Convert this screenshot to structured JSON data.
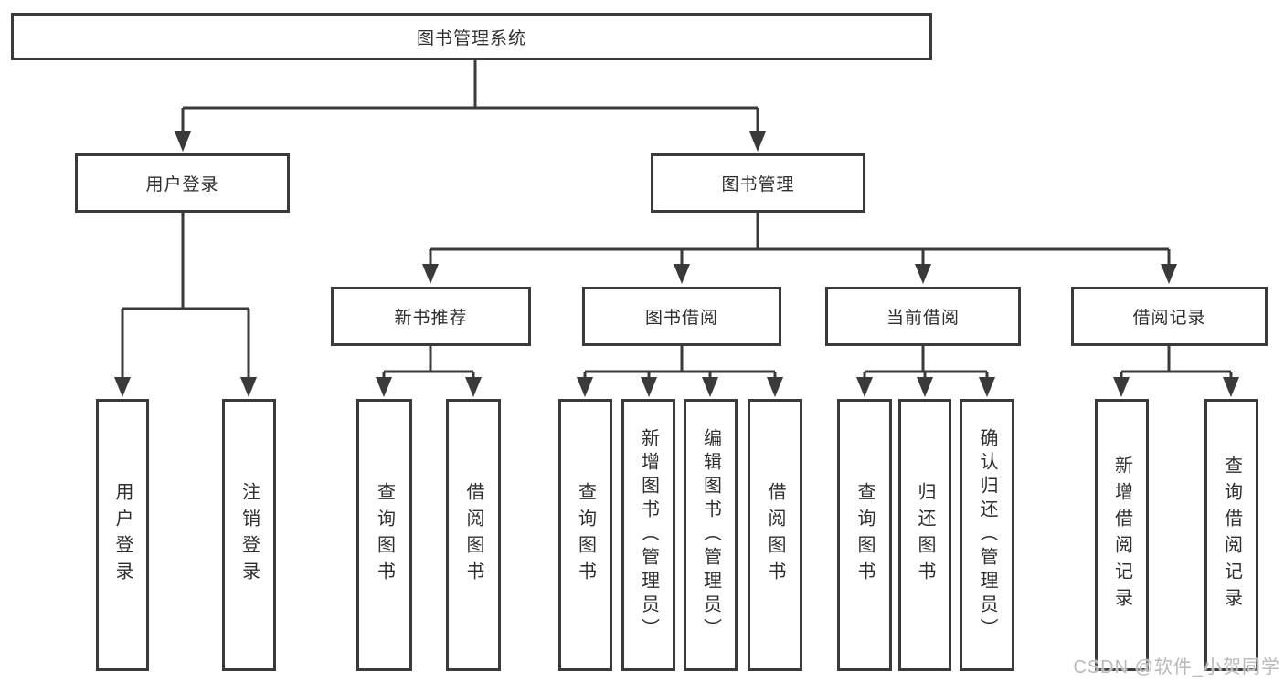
{
  "diagram": {
    "type": "hierarchy-tree",
    "title": "图书管理系统",
    "watermark": "CSDN @软件_小贺同学",
    "colors": {
      "line": "#3a3a3a",
      "box_border": "#3a3a3a",
      "text": "#2e2e2e",
      "watermark": "#b9b9b9",
      "background": "#ffffff"
    },
    "nodes": {
      "root": {
        "label": "图书管理系统",
        "children": [
          "user_login",
          "book_mgmt"
        ]
      },
      "user_login": {
        "label": "用户登录",
        "children": [
          "leaf_user_login",
          "leaf_logout"
        ]
      },
      "book_mgmt": {
        "label": "图书管理",
        "children": [
          "new_book_rec",
          "book_borrow",
          "current_borrow",
          "borrow_record"
        ]
      },
      "new_book_rec": {
        "label": "新书推荐",
        "children": [
          "nb_query",
          "nb_borrow"
        ]
      },
      "book_borrow": {
        "label": "图书借阅",
        "children": [
          "bb_query",
          "bb_add",
          "bb_edit",
          "bb_borrow"
        ]
      },
      "current_borrow": {
        "label": "当前借阅",
        "children": [
          "cb_query",
          "cb_return",
          "cb_confirm"
        ]
      },
      "borrow_record": {
        "label": "借阅记录",
        "children": [
          "br_add",
          "br_query"
        ]
      },
      "leaf_user_login": {
        "label": "用户登录"
      },
      "leaf_logout": {
        "label": "注销登录"
      },
      "nb_query": {
        "label": "查询图书"
      },
      "nb_borrow": {
        "label": "借阅图书"
      },
      "bb_query": {
        "label": "查询图书"
      },
      "bb_add": {
        "label": "新增图书（管理员）"
      },
      "bb_edit": {
        "label": "编辑图书（管理员）"
      },
      "bb_borrow": {
        "label": "借阅图书"
      },
      "cb_query": {
        "label": "查询图书"
      },
      "cb_return": {
        "label": "归还图书"
      },
      "cb_confirm": {
        "label": "确认归还（管理员）"
      },
      "br_add": {
        "label": "新增借阅记录"
      },
      "br_query": {
        "label": "查询借阅记录"
      }
    }
  }
}
